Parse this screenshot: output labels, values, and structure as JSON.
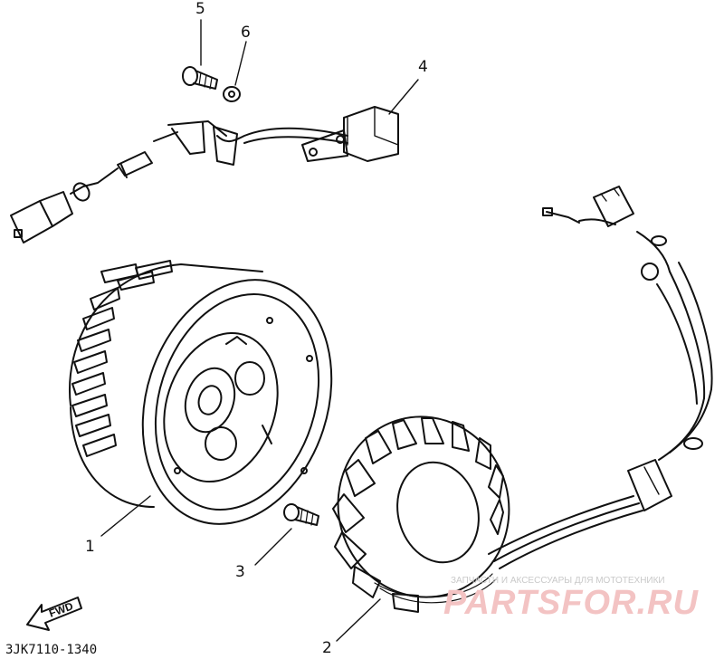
{
  "callouts": {
    "c1": "1",
    "c2": "2",
    "c3": "3",
    "c4": "4",
    "c5": "5",
    "c6": "6"
  },
  "fwd_label": "FWD",
  "footer_code": "3JK7110-1340",
  "watermark": {
    "tagline": "ЗАПЧАСТИ И АКСЕССУАРЫ ДЛЯ МОТОТЕХНИКИ",
    "logo": "PARTSFOR.RU"
  },
  "colors": {
    "line": "#111111",
    "watermark_logo": "#f3c3c3",
    "watermark_text": "#c9c9c9"
  }
}
